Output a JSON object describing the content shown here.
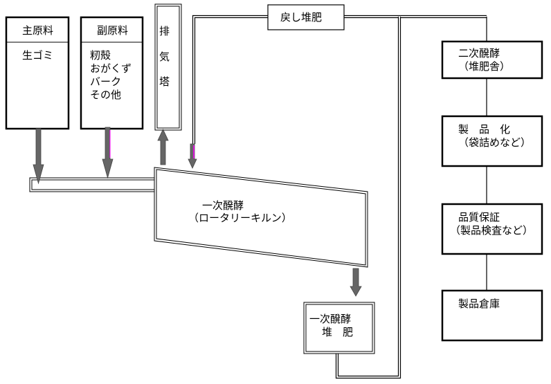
{
  "main_material": {
    "title": "主原料",
    "items": [
      "生ゴミ"
    ]
  },
  "sub_material": {
    "title": "副原料",
    "items": [
      "籾殻",
      "おがくず",
      "バーク",
      "その他"
    ]
  },
  "exhaust_tower": {
    "chars": [
      "排",
      "気",
      "塔"
    ]
  },
  "return_compost": {
    "label": "戻し堆肥"
  },
  "kiln": {
    "line1": "一次醗酵",
    "line2": "（ロータリーキルン）"
  },
  "primary_compost": {
    "line1": "一次醗酵",
    "line2": "堆　肥"
  },
  "process_steps": [
    {
      "line1": "二次醗酵",
      "line2": "（堆肥舎）"
    },
    {
      "line1": "製　品　化",
      "line2": "（袋詰めなど）"
    },
    {
      "line1": "品質保証",
      "line2": "（製品検査など）"
    },
    {
      "line1": "製品倉庫",
      "line2": ""
    }
  ],
  "colors": {
    "arrow": "#666666",
    "accent": "#ff00ff"
  }
}
